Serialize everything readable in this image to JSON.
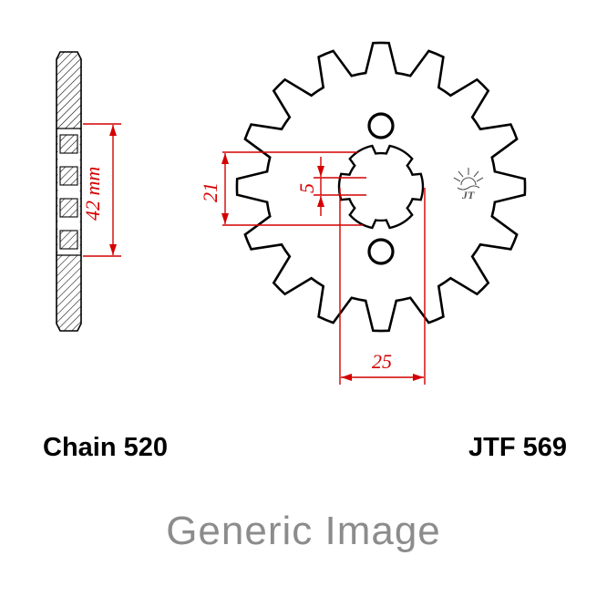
{
  "labels": {
    "chain": "Chain 520",
    "part_number": "JTF 569",
    "watermark": "Generic Image",
    "logo": "JT"
  },
  "dimensions": {
    "width": "42 mm",
    "inner": "21",
    "spline": "5",
    "bore": "25"
  },
  "colors": {
    "dimension_red": "#d40000",
    "line_black": "#000000",
    "watermark_gray": "#8c8c8c"
  },
  "sprocket": {
    "teeth": 16,
    "bolt_holes": 2
  }
}
